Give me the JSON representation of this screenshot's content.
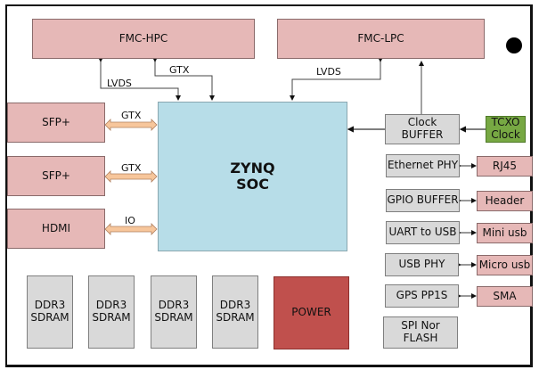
{
  "title": "ZYNQ SOC board block diagram",
  "colors": {
    "connector": "#e6b8b7",
    "chip": "#d9d9d9",
    "soc": "#b7dde8",
    "oscillator": "#77a843",
    "power": "#c0504d",
    "bus_arrow": "#f7c69b"
  },
  "blocks": {
    "fmc_hpc": "FMC-HPC",
    "fmc_lpc": "FMC-LPC",
    "sfp1": "SFP+",
    "sfp2": "SFP+",
    "hdmi": "HDMI",
    "soc": "ZYNQ\nSOC",
    "clock_buffer": "Clock\nBUFFER",
    "tcxo": "TCXO\nClock",
    "ethernet_phy": "Ethernet PHY",
    "rj45": "RJ45",
    "gpio_buffer": "GPIO BUFFER",
    "header": "Header",
    "uart_usb": "UART to USB",
    "mini_usb": "Mini usb",
    "usb_phy": "USB PHY",
    "micro_usb": "Micro usb",
    "gps": "GPS PP1S",
    "sma": "SMA",
    "spi_flash": "SPI Nor\nFLASH",
    "ddr1": "DDR3\nSDRAM",
    "ddr2": "DDR3\nSDRAM",
    "ddr3": "DDR3\nSDRAM",
    "ddr4": "DDR3\nSDRAM",
    "power": "POWER"
  },
  "links": {
    "hpc_lvds": "LVDS",
    "hpc_gtx": "GTX",
    "lpc_lvds": "LVDS",
    "sfp1_gtx": "GTX",
    "sfp2_gtx": "GTX",
    "hdmi_io": "IO"
  }
}
